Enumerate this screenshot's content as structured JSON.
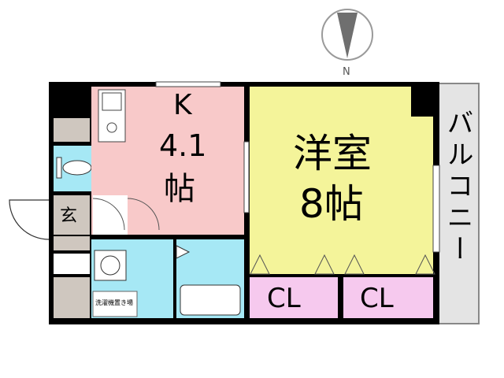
{
  "compass": {
    "label": "N"
  },
  "rooms": {
    "kitchen": {
      "letter": "K",
      "size": "4.1",
      "unit": "帖",
      "color": "#f8c9c9"
    },
    "western": {
      "name": "洋室",
      "size": "8帖",
      "color": "#f4f49a"
    },
    "closet_left": {
      "label": "CL",
      "color": "#f6c9ee"
    },
    "closet_right": {
      "label": "CL",
      "color": "#f6c9ee"
    },
    "entrance": {
      "label": "玄"
    },
    "laundry": {
      "label": "洗濯機置き場"
    },
    "balcony": {
      "label": "バルコニー",
      "color": "#e4e4e4"
    }
  },
  "colors": {
    "wall": "#000000",
    "wet_area": "#a6e8f5",
    "storage_gray": "#cfc7bf"
  }
}
